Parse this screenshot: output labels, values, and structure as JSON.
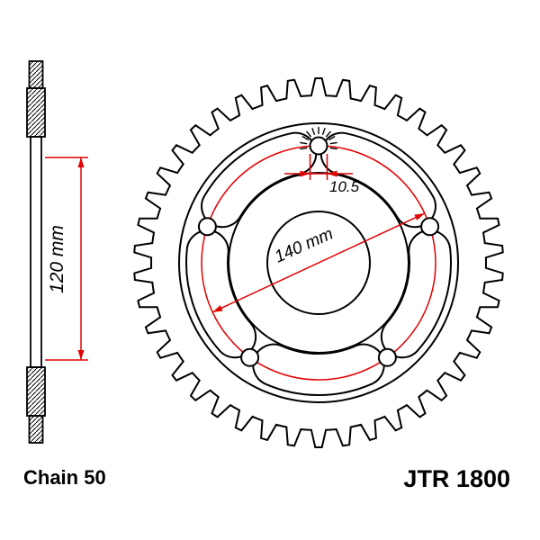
{
  "colors": {
    "outline": "#000000",
    "dimension_red": "#e30000",
    "text": "#000000",
    "background": "#ffffff"
  },
  "labels": {
    "chain_size": "Chain 50",
    "part_number": "JTR 1800"
  },
  "dimensions": {
    "inner_width": "120 mm",
    "bolt_circle_diameter": "140 mm",
    "bolt_hole_diameter": "10.5"
  }
}
